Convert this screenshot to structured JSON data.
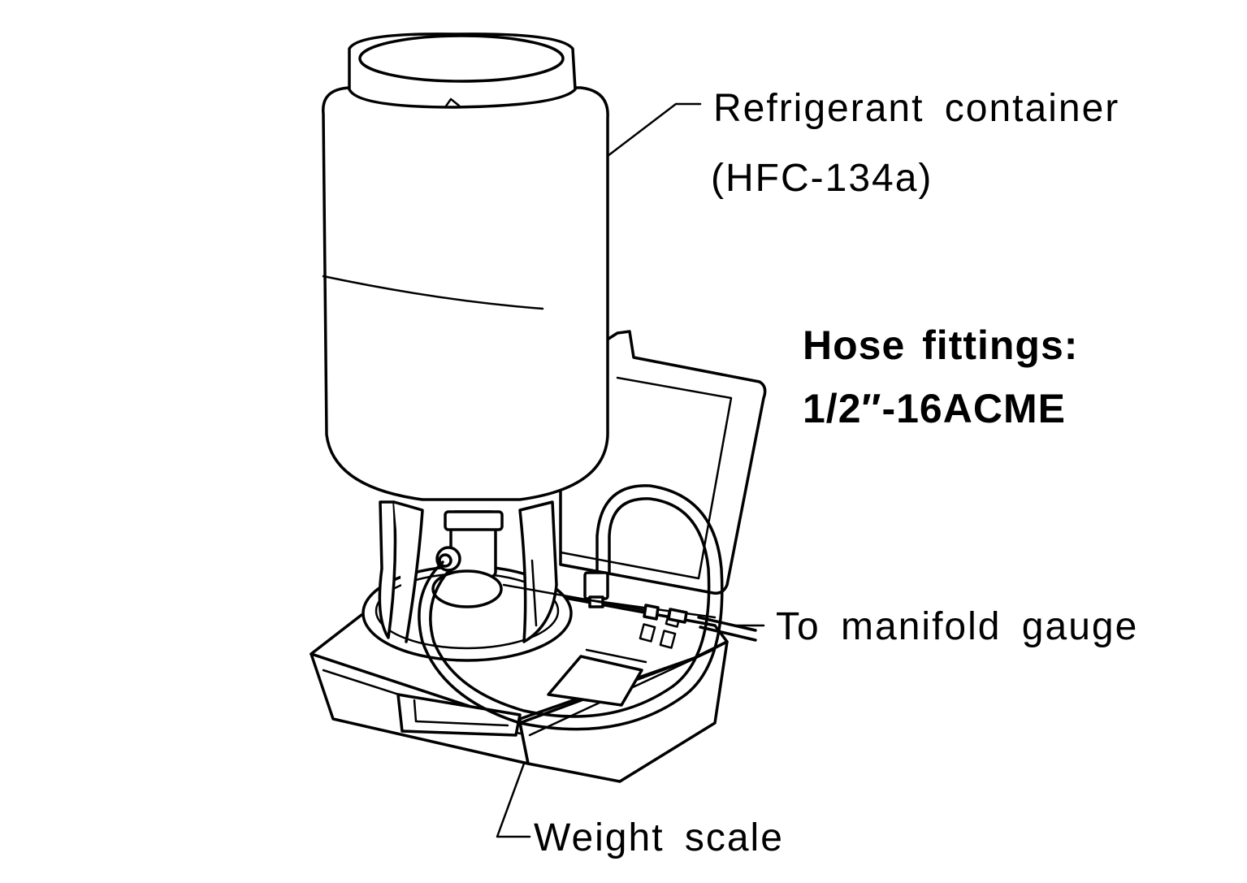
{
  "labels": {
    "container_line1": "Refrigerant container",
    "container_line2": "(HFC-134a)",
    "fittings_line1": "Hose fittings:",
    "fittings_line2": "1/2″-16ACME",
    "manifold": "To manifold gauge",
    "scale": "Weight scale"
  },
  "colors": {
    "ink": "#000000",
    "paper": "#ffffff"
  }
}
